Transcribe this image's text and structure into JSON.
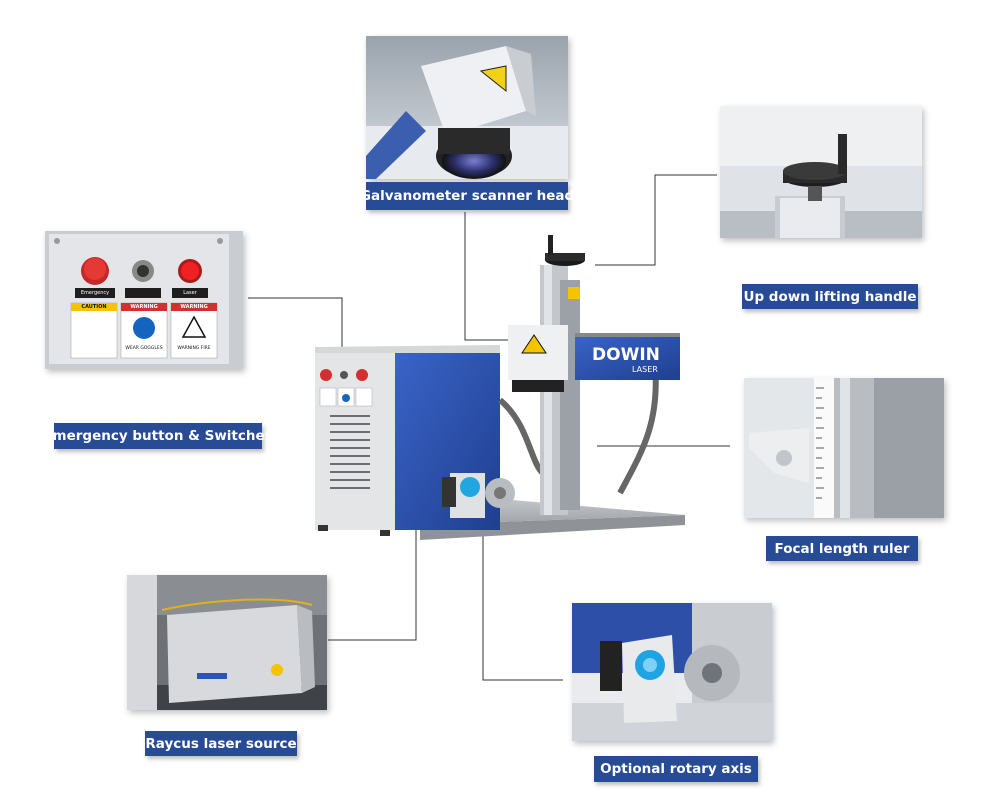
{
  "labels": {
    "galvo": "Galvanometer scanner head",
    "handle": "Up down lifting handle",
    "emergency": "Emergency button & Switches",
    "ruler": "Focal length ruler",
    "source": "Raycus laser source",
    "rotary": "Optional rotary axis"
  },
  "panel_text": {
    "emergency": "Emergency",
    "laser": "Laser",
    "caution": "CAUTION",
    "warning1": "WARNING",
    "warning2": "WARNING",
    "goggles": "WEAR GOGGLES",
    "fire": "WARNING FIRE"
  },
  "brand": {
    "name": "DOWIN",
    "sub": "LASER"
  },
  "colors": {
    "label_bg": "#274b95",
    "accent_blue": "#2d55b8",
    "line": "#333333"
  }
}
